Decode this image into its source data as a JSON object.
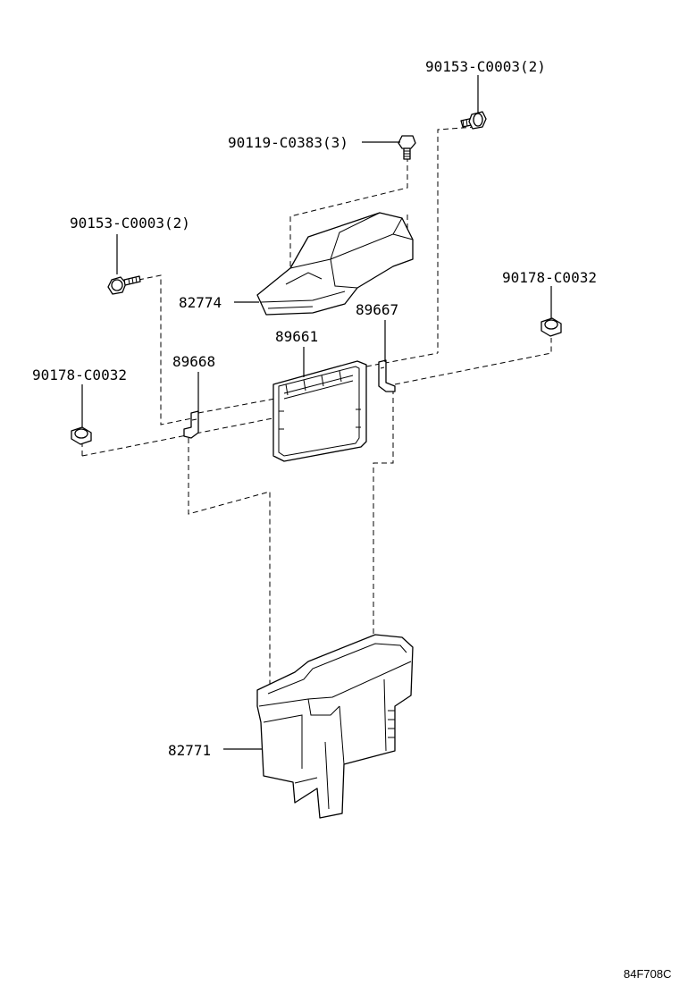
{
  "labels": {
    "bolt_top_right": "90153-C0003(2)",
    "bolt_upper": "90119-C0383(3)",
    "bolt_left": "90153-C0003(2)",
    "nut_right": "90178-C0032",
    "nut_left": "90178-C0032",
    "cover": "82774",
    "bracket_right": "89667",
    "ecu": "89661",
    "bracket_left": "89668",
    "box": "82771"
  },
  "figure_ref": "84F708C"
}
